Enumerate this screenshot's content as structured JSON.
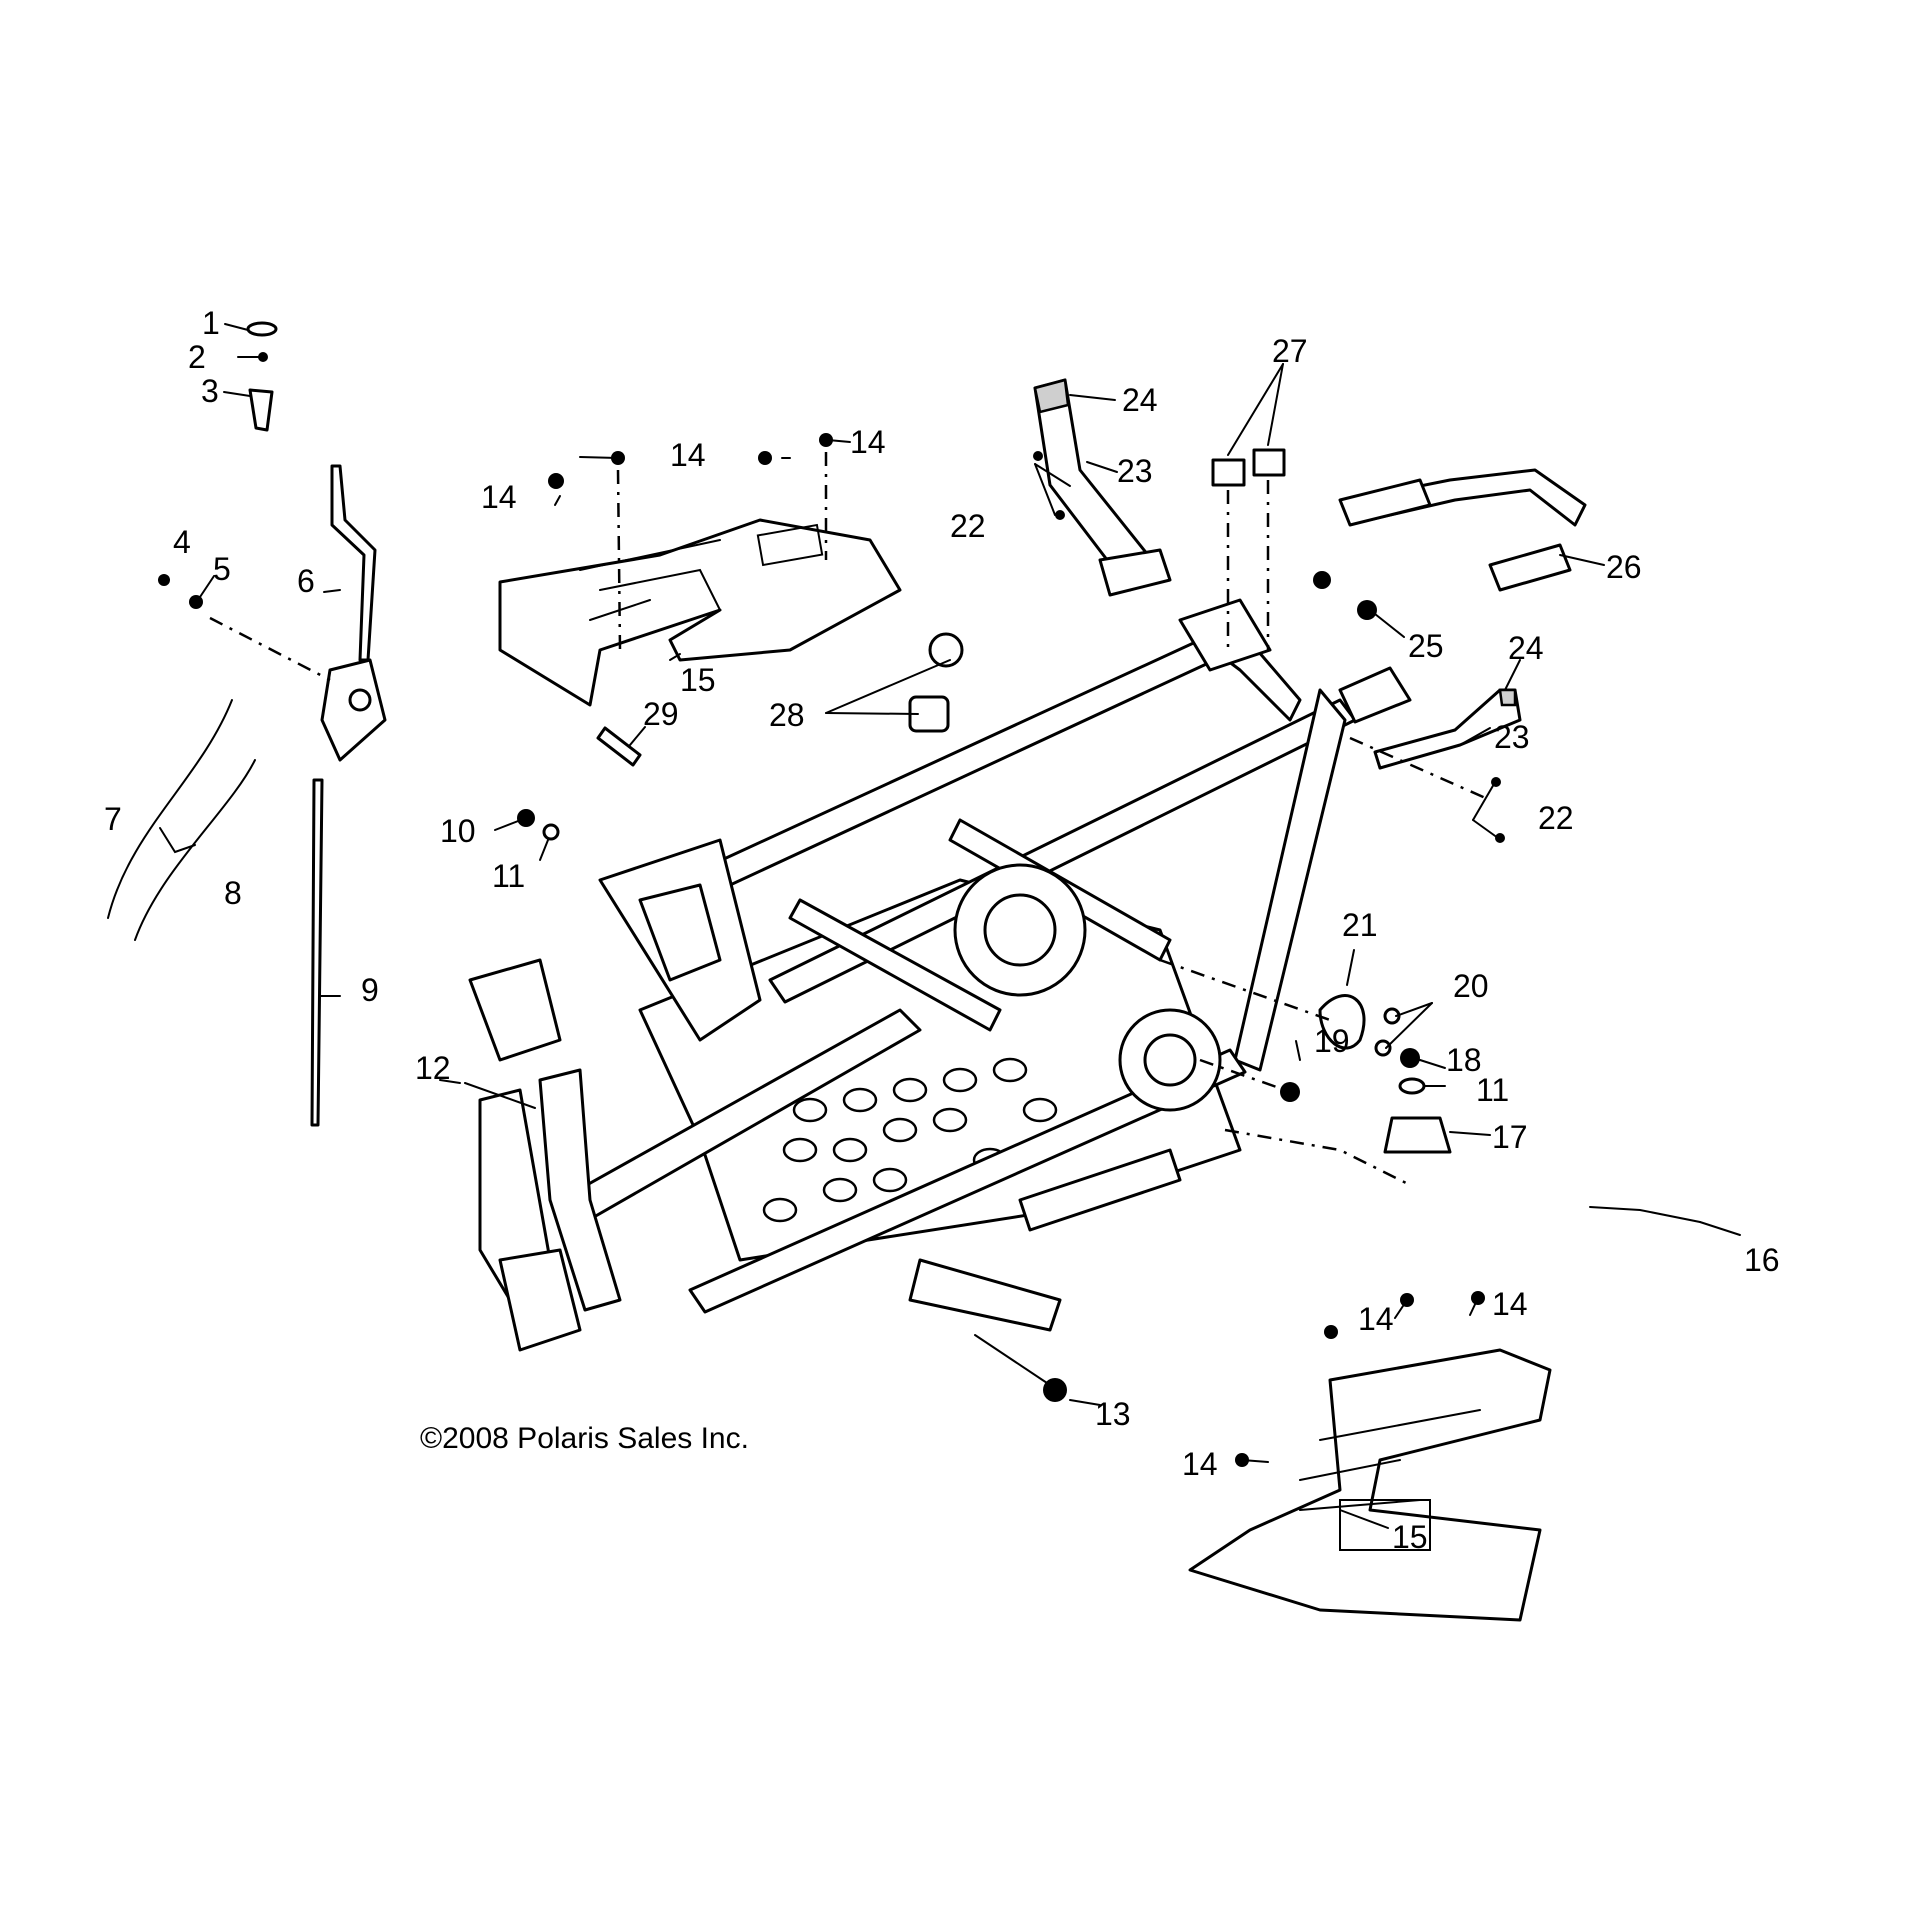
{
  "copyright": "©2008 Polaris Sales Inc.",
  "callouts": {
    "c1": "1",
    "c2": "2",
    "c3": "3",
    "c4": "4",
    "c5": "5",
    "c6": "6",
    "c7": "7",
    "c8": "8",
    "c9": "9",
    "c10": "10",
    "c11a": "11",
    "c11b": "11",
    "c12": "12",
    "c13": "13",
    "c14a": "14",
    "c14b": "14",
    "c14c": "14",
    "c14d": "14",
    "c14e": "14",
    "c14f": "14",
    "c15a": "15",
    "c15b": "15",
    "c16": "16",
    "c17": "17",
    "c18": "18",
    "c19": "19",
    "c20": "20",
    "c21": "21",
    "c22a": "22",
    "c22b": "22",
    "c23a": "23",
    "c23b": "23",
    "c24a": "24",
    "c24b": "24",
    "c25": "25",
    "c26": "26",
    "c27": "27",
    "c28": "28",
    "c29": "29"
  }
}
